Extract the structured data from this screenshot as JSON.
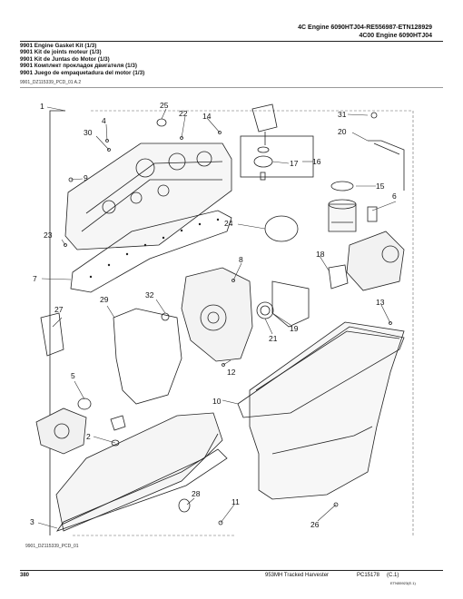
{
  "header": {
    "line1": "4C Engine 6090HTJ04-RE556987-ETN128929",
    "line2": "4C00 Engine 6090HTJ04"
  },
  "titles": [
    "9901 Engine Gasket Kit (1/3)",
    "9901 Kit de joints moteur (1/3)",
    "9901 Kit de Juntas do Motor (1/3)",
    "9901 Комплект прокладок двигателя (1/3)",
    "9901 Juego de empaquetadura del motor (1/3)"
  ],
  "figure_ref_top": "9901_DZ115339_PCD_01 A.2",
  "figure_ref_bottom": "9901_DZ115339_PCD_01",
  "callouts": [
    "1",
    "2",
    "3",
    "4",
    "5",
    "6",
    "7",
    "8",
    "9",
    "10",
    "11",
    "12",
    "13",
    "14",
    "15",
    "16",
    "17",
    "18",
    "19",
    "20",
    "21",
    "22",
    "23",
    "24",
    "25",
    "26",
    "27",
    "28",
    "29",
    "30",
    "31",
    "32"
  ],
  "footer": {
    "page": "380",
    "model": "953MH Tracked Harvester",
    "code": "PC15178",
    "rev": "(C.1)",
    "ref": "ETN55923(E.1)"
  }
}
